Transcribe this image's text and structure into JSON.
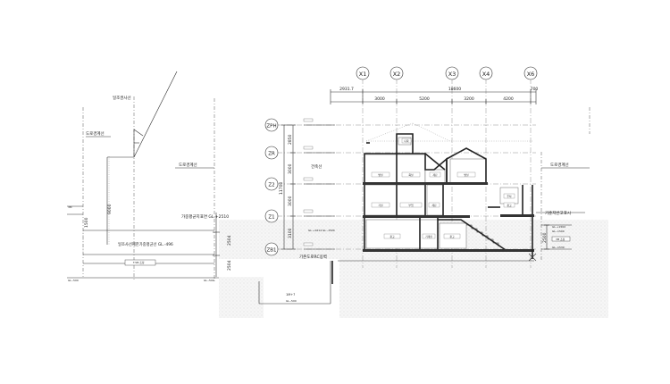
{
  "grid_axes": [
    {
      "id": "x1",
      "label": "X1"
    },
    {
      "id": "x2",
      "label": "X2"
    },
    {
      "id": "x3",
      "label": "X3"
    },
    {
      "id": "x4",
      "label": "X4"
    },
    {
      "id": "x6",
      "label": "X6"
    }
  ],
  "level_axes": [
    {
      "id": "zph",
      "label": "ZPH"
    },
    {
      "id": "zr",
      "label": "ZR"
    },
    {
      "id": "z2",
      "label": "Z2"
    },
    {
      "id": "z1",
      "label": "Z1"
    },
    {
      "id": "zb1",
      "label": "ZB1"
    }
  ],
  "dims_top": {
    "overall": "18600",
    "left_offset": "2931.7",
    "right_offset": "700",
    "spans": [
      "3000",
      "5200",
      "3200",
      "4200"
    ]
  },
  "dims_vertical": {
    "floors": [
      "2850",
      "3000",
      "3000",
      "3100"
    ],
    "total": "11700",
    "right_basement": "2500",
    "left_upper": "2504",
    "left_lower": "2504",
    "left_far": "1500",
    "left_mid": "9000"
  },
  "labels": {
    "sky_line": "일조권사선",
    "road_boundary_left": "도로경계선",
    "road_boundary_mid": "도로경계선",
    "road_boundary_right": "도로경계선",
    "building_line": "건축선",
    "avg_ground": "가중평균지표면 GL.+2510",
    "sunlight_height": "일조사선제한가중평균선 GL.-496",
    "existing_level": "기준지반고표시",
    "existing_rc_wall": "기존도로RC옹벽",
    "left_small_tag": "3M",
    "left_gl": "GL.-500",
    "mid_gl": "GL.-500",
    "bottom_tag": "1M+7",
    "bottom_gl": "GL.-500",
    "basement_tag": "T.SM 조정",
    "gl_right_1": "GL.+1500",
    "gl_right_2": "GL.-1500",
    "gl_right_3": "GL.-1539",
    "gl_right_tag": "3M 조정",
    "gl_left_inner": "GL.+1614 GL.-1500"
  },
  "rooms": {
    "attic": "다락",
    "bed_l2": "방실",
    "bath_l2": "욕실",
    "stair_l2": "계단",
    "bed_r2": "방실",
    "living": "거실",
    "kitchen": "부엌",
    "stair_l1": "계단",
    "storage": "창고",
    "parking": "주차",
    "basement_a": "창고",
    "basement_b": "기계실",
    "basement_c": "창고"
  }
}
